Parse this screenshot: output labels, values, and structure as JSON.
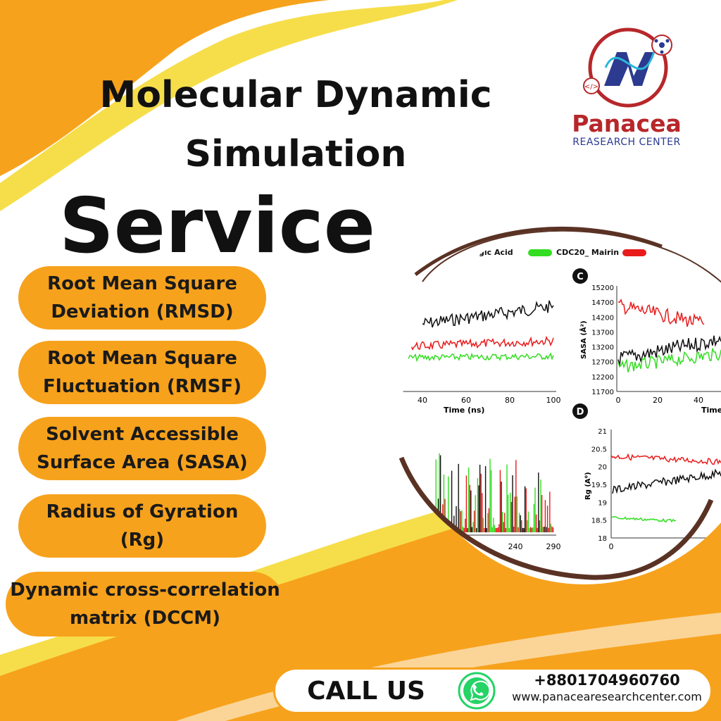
{
  "header": {
    "title_line1": "Molecular Dynamic",
    "title_line2": "Simulation",
    "title_line3": "Service"
  },
  "brand": {
    "name": "Panacea",
    "subtitle": "REASEARCH CENTER",
    "logo_color_primary": "#b7272a",
    "logo_color_secondary": "#2c3a8f"
  },
  "services": [
    {
      "label": "Root Mean Square\nDeviation (RMSD)"
    },
    {
      "label": "Root Mean Square\nFluctuation (RMSF)"
    },
    {
      "label": "Solvent Accessible\nSurface Area (SASA)"
    },
    {
      "label": "Radius of Gyration\n(Rg)"
    },
    {
      "label": "Dynamic cross-correlation\nmatrix (DCCM)"
    }
  ],
  "plots": {
    "legend_items": [
      "gic  Acid",
      "CDC20_ Mairin"
    ],
    "panel_c_label": "C",
    "panel_d_label": "D",
    "rmsd_xticks": [
      "40",
      "60",
      "80",
      "100"
    ],
    "rmsd_xlabel": "Time (ns)",
    "sasa_yticks": [
      "15200",
      "14700",
      "14200",
      "13700",
      "13200",
      "12700",
      "12200",
      "11700"
    ],
    "sasa_ylabel": "SASA (Å²)",
    "sasa_xticks": [
      "0",
      "20",
      "40"
    ],
    "sasa_xlabel": "Time",
    "rmsf_xticks": [
      "240",
      "290"
    ],
    "rg_yticks": [
      "21",
      "20.5",
      "20",
      "19.5",
      "19",
      "18.5",
      "18"
    ],
    "rg_ylabel": "Rg (A⁰)",
    "rg_xticks": [
      "0"
    ],
    "series_colors": [
      "#111111",
      "#e81c1c",
      "#33dd22"
    ]
  },
  "contact": {
    "call_label": "CALL US",
    "phone": "+8801704960760",
    "website": "www.panacearesearchcenter.com"
  },
  "theme": {
    "orange": "#f7a21c",
    "yellow": "#f6de4a",
    "ring_brown": "#5a3224"
  }
}
